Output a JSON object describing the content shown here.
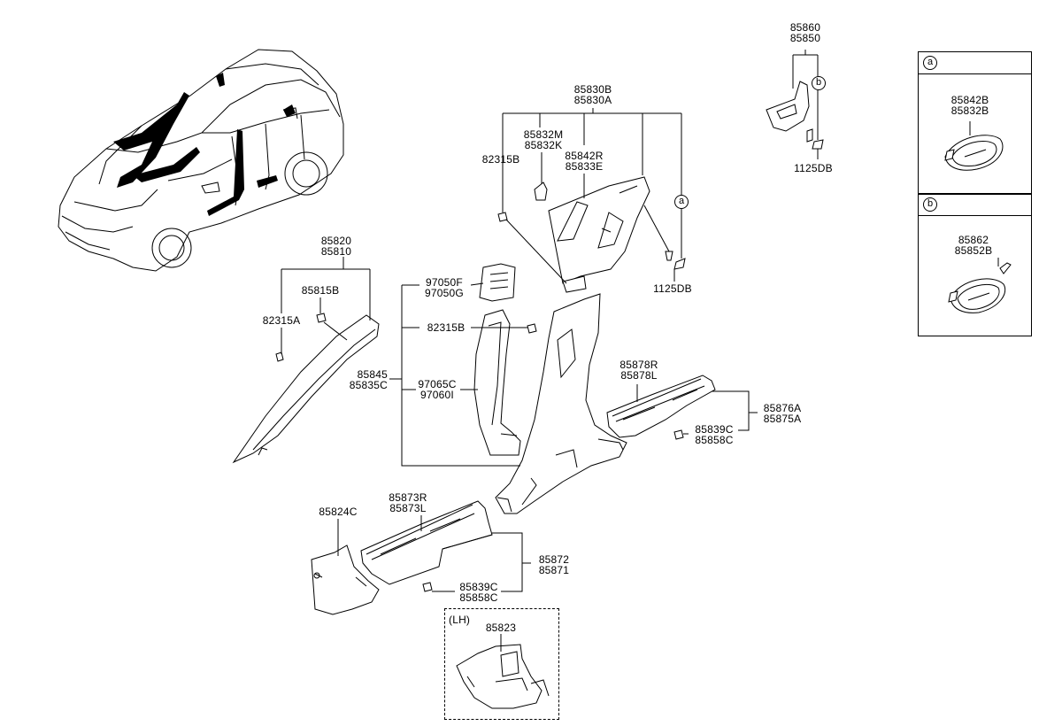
{
  "labels": {
    "p85860_85850": "85860\n85850",
    "p1125DB_top": "1125DB",
    "p85830B_85830A": "85830B\n85830A",
    "p85832M_85832K": "85832M\n85832K",
    "p82315B_top": "82315B",
    "p85842R_85833E": "85842R\n85833E",
    "p1125DB_mid": "1125DB",
    "p85820_85810": "85820\n85810",
    "p85815B": "85815B",
    "p82315A": "82315A",
    "p97050F_97050G": "97050F\n97050G",
    "p82315B_mid": "82315B",
    "p85845_85835C": "85845\n85835C",
    "p97065C_97060I": "97065C\n97060I",
    "p85878R_85878L": "85878R\n85878L",
    "p85876A_85875A": "85876A\n85875A",
    "p85839C_85858C_r": "85839C\n85858C",
    "p85824C": "85824C",
    "p85873R_85873L": "85873R\n85873L",
    "p85872_85871": "85872\n85871",
    "p85839C_85858C_b": "85839C\n85858C",
    "lh_tag": "(LH)",
    "p85823": "85823"
  },
  "inset_a": {
    "marker": "a",
    "parts": "85842B\n85832B"
  },
  "inset_b": {
    "marker": "b",
    "parts": "85862\n85852B"
  },
  "callouts": {
    "a": "a",
    "b": "b"
  }
}
